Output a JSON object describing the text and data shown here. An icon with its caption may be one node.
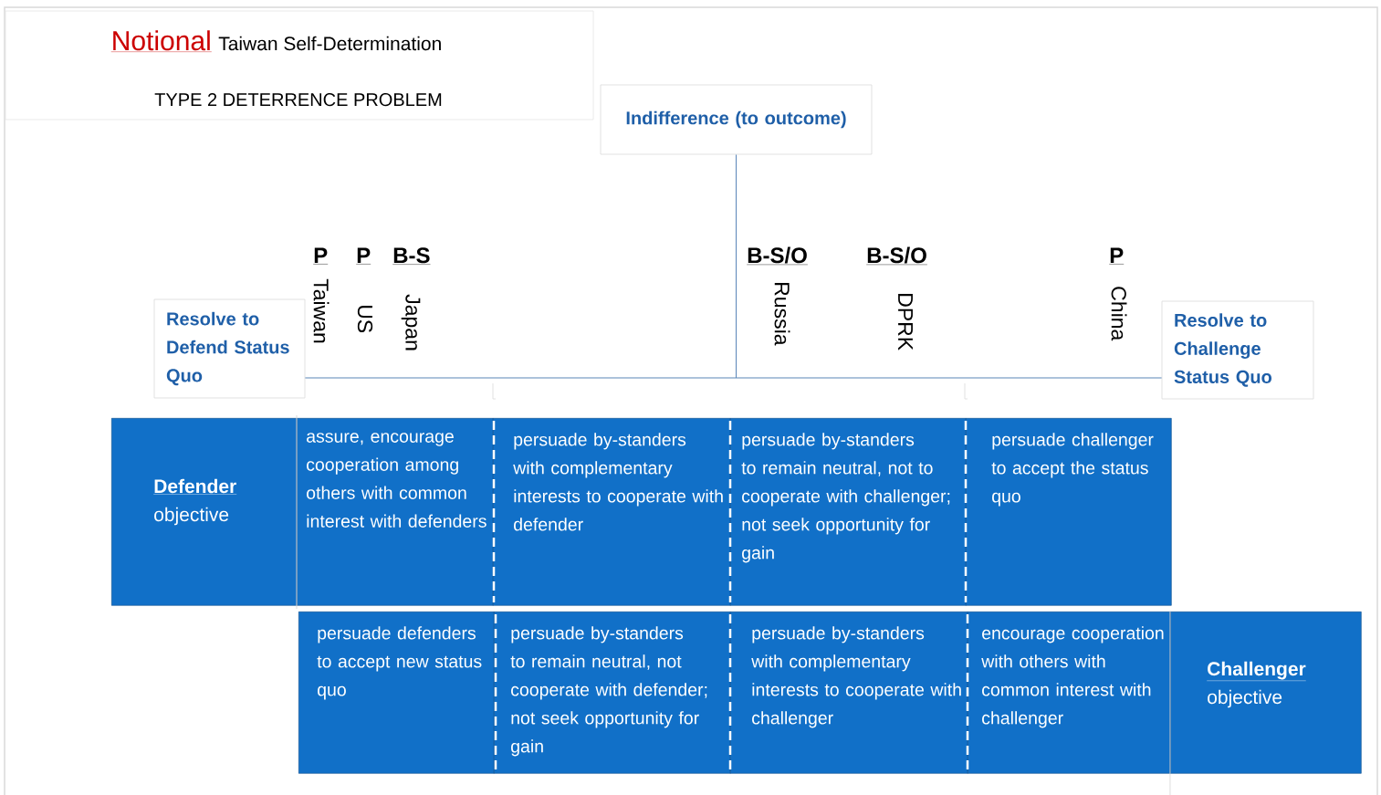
{
  "diagram": {
    "nodes": [
      {
        "text": [
          "Indifference (to outcome)"
        ]
      },
      {
        "text": [
          "Resolve to Defend Status Quo"
        ]
      },
      {
        "text": [
          "Resolve to Challenge Status Quo"
        ]
      },
      {
        "text": [
          "Defender",
          "objective"
        ]
      },
      {
        "text": [
          "assure, encourage cooperation among others with common interest with defenders"
        ]
      },
      {
        "text": [
          "persuade by-standers with complementary interests to cooperate with defender"
        ]
      },
      {
        "text": [
          "persuade by-standers to remain neutral, not to cooperate with challenger; not seek opportunity for gain"
        ]
      },
      {
        "text": [
          "persuade challenger to accept the status quo"
        ]
      },
      {
        "text": [
          "persuade defenders to accept new status quo"
        ]
      },
      {
        "text": [
          "persuade by-standers to remain neutral, not cooperate with defender; not seek opportunity for gain"
        ]
      },
      {
        "text": [
          "persuade by-standers with complementary interests to cooperate with challenger"
        ]
      },
      {
        "text": [
          "encourage cooperation with others with common interest with challenger"
        ]
      },
      {
        "text": [
          "Challenger",
          "objective"
        ]
      }
    ],
    "edges": [
      {
        "from": 1,
        "to": 2,
        "arrow": "none"
      },
      {
        "from": 0,
        "to": null,
        "arrow": "none"
      }
    ],
    "labels": [
      "Notional",
      "Taiwan Self-Determination",
      "TYPE 2 DETERRENCE PROBLEM",
      "P",
      "P",
      "B-S",
      "B-S/O",
      "B-S/O",
      "P",
      "Taiwan",
      "US",
      "Japan",
      "Russia",
      "DPRK",
      "China"
    ]
  }
}
